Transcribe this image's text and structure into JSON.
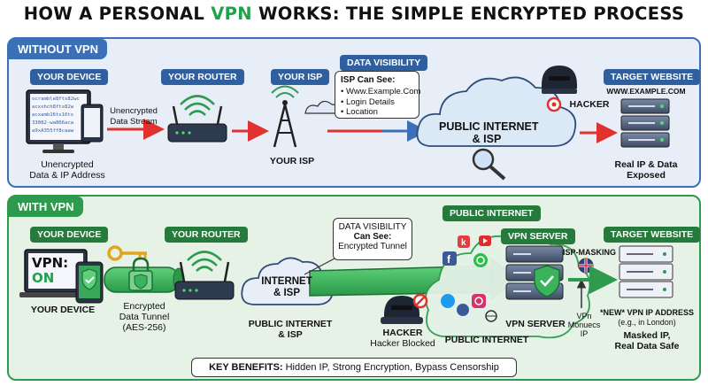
{
  "title": {
    "pre": "HOW A PERSONAL ",
    "accent": "VPN",
    "post": " WORKS: THE SIMPLE ENCRYPTED PROCESS"
  },
  "colors": {
    "blue": "#3c70b6",
    "green": "#2e9a4e",
    "red": "#e0332f",
    "accent_green": "#1fa34a"
  },
  "without_vpn": {
    "label": "WITHOUT VPN",
    "device_tag": "YOUR DEVICE",
    "device_caption": [
      "Unencrypted",
      "Data & IP Address"
    ],
    "scramble": [
      "ocramble8fts82wc",
      "acxxhch8fts82w",
      "acxamb16ts16ts",
      "33082-wa866aca",
      "a9xA355ff8caaw"
    ],
    "stream_label": [
      "Unencrypted",
      "Data Stream"
    ],
    "router_tag": "YOUR ROUTER",
    "isp_tag": "YOUR ISP",
    "isp_caption": "YOUR ISP",
    "visibility": {
      "tag": "DATA VISIBILITY",
      "heading": "ISP Can See:",
      "items": [
        "Www.Example.Com",
        "Login Details",
        "Location"
      ]
    },
    "cloud_label": [
      "PUBLIC INTERNET",
      "& ISP"
    ],
    "hacker_label": "HACKER",
    "target_tag": "TARGET WEBSITE",
    "target_url": "WWW.EXAMPLE.COM",
    "target_caption": [
      "Real IP & Data",
      "Exposed"
    ]
  },
  "with_vpn": {
    "label": "WITH VPN",
    "device_tag": "YOUR DEVICE",
    "screen_text": [
      "VPN:",
      "ON"
    ],
    "device_caption": "YOUR DEVICE",
    "tunnel_caption": [
      "Encrypted",
      "Data Tunnel",
      "(AES-256)"
    ],
    "router_tag": "YOUR ROUTER",
    "visibility": {
      "heading": "DATA VISIBILITY",
      "line1": "Can See:",
      "line2": "Encrypted Tunnel"
    },
    "cloud_label": [
      "INTERNET",
      "& ISP"
    ],
    "isp_caption": [
      "PUBLIC INTERNET",
      "& ISP"
    ],
    "public_internet_tag": "PUBLIC INTERNET",
    "hacker_label": [
      "HACKER",
      "Hacker Blocked"
    ],
    "public_internet_caption": "PUBLIC INTERNET",
    "server_tag": "VPN SERVER",
    "server_caption": "VPN SERVER",
    "isp_masking": "ISP-MASKING",
    "monitor_note": [
      "VPn",
      "Monuecs",
      "IP"
    ],
    "target_tag": "TARGET WEBSITE",
    "new_ip": [
      "*NEW* VPN IP ADDRESS",
      "(e.g., in London)"
    ],
    "target_caption": [
      "Masked IP,",
      "Real Data Safe"
    ]
  },
  "benefits": {
    "label": "KEY BENEFITS:",
    "text": "Hidden IP, Strong Encryption, Bypass Censorship"
  }
}
